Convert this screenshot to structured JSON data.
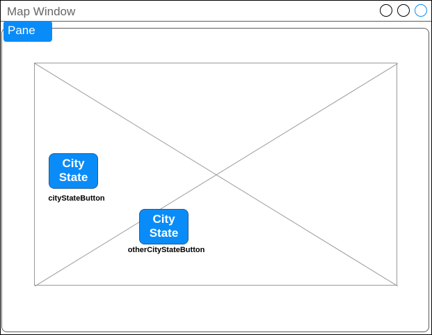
{
  "window": {
    "title": "Map Window",
    "accent_color": "#0a8cf8"
  },
  "pane": {
    "tab_label": "Pane"
  },
  "map": {
    "buttons": [
      {
        "line1": "City",
        "line2": "State",
        "caption": "cityStateButton"
      },
      {
        "line1": "City",
        "line2": "State",
        "caption": "otherCityStateButton"
      }
    ]
  }
}
